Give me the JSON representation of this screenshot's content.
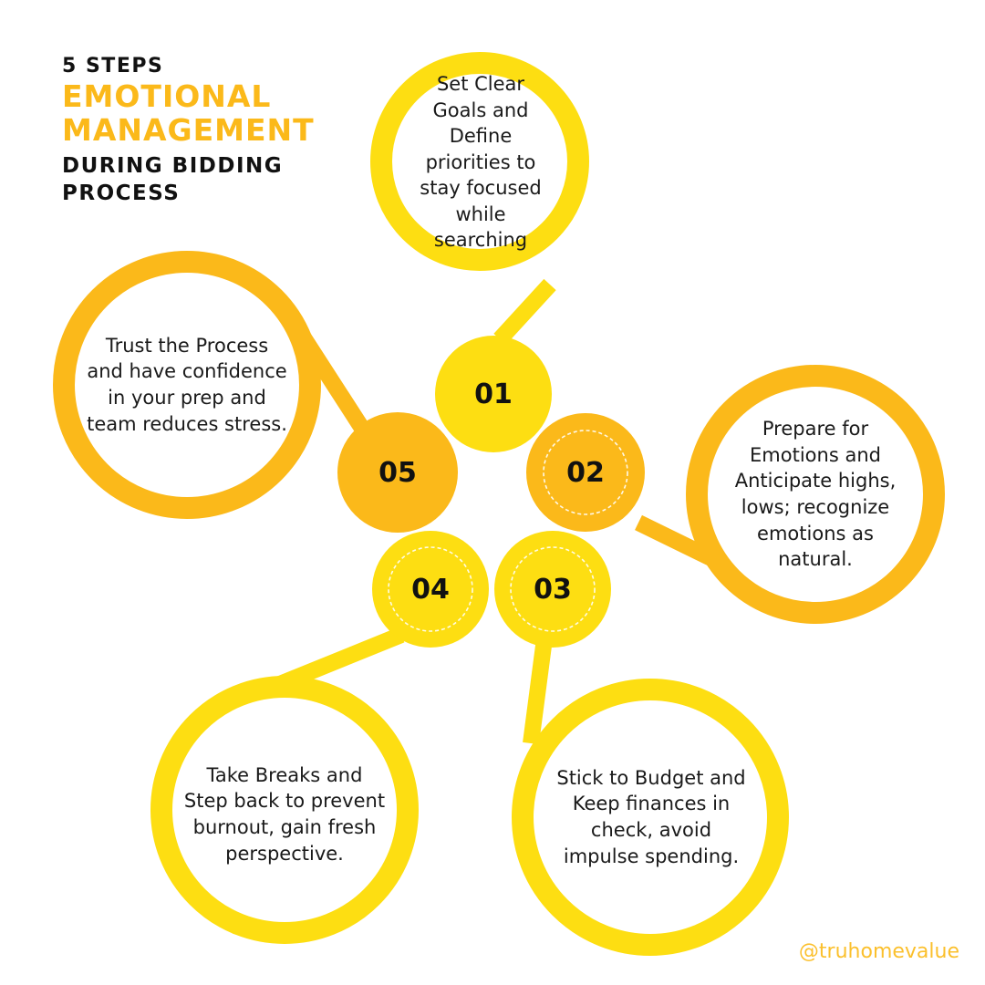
{
  "title": {
    "eyebrow": "5 STEPS",
    "main_line1": "EMOTIONAL",
    "main_line2": "MANAGEMENT",
    "sub_line1": "DURING BIDDING",
    "sub_line2": "PROCESS"
  },
  "colors": {
    "yellow": "#FDDE12",
    "orange": "#FBB91A",
    "title_accent": "#FBB91A",
    "handle": "#FBC02D"
  },
  "steps": [
    {
      "number": "01",
      "text": "Set Clear Goals and Define priorities to stay focused while searching",
      "tone": "yellow",
      "dashed": false
    },
    {
      "number": "02",
      "text": "Prepare for Emotions and Anticipate highs, lows; recognize emotions as natural.",
      "tone": "orange",
      "dashed": true
    },
    {
      "number": "03",
      "text": "Stick to Budget and Keep finances in check, avoid impulse spending.",
      "tone": "yellow",
      "dashed": true
    },
    {
      "number": "04",
      "text": "Take Breaks and Step back to prevent burnout, gain fresh perspective.",
      "tone": "yellow",
      "dashed": true
    },
    {
      "number": "05",
      "text": "Trust the Process and have confidence in your prep and team reduces stress.",
      "tone": "orange",
      "dashed": false
    }
  ],
  "footer": {
    "handle": "@truhomevalue"
  }
}
